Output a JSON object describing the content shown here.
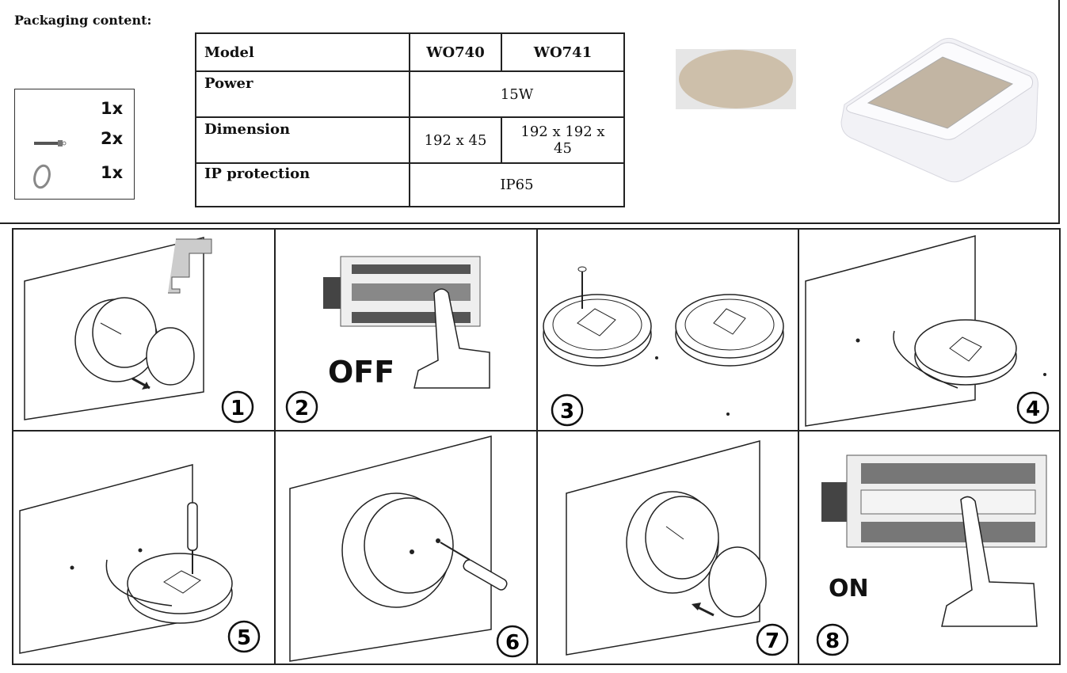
{
  "packaging": {
    "title": "Packaging content:",
    "items": [
      {
        "qty": "1x",
        "icon": "lamp-icon"
      },
      {
        "qty": "2x",
        "icon": "screw-icon"
      },
      {
        "qty": "1x",
        "icon": "o-ring-icon"
      }
    ]
  },
  "spec_table": {
    "header": {
      "label": "Model",
      "col1": "WO740",
      "col2": "WO741"
    },
    "power": {
      "label": "Power",
      "value": "15W"
    },
    "dimension": {
      "label": "Dimension",
      "col1": "192 x 45",
      "col2": "192 x 192 x 45"
    },
    "ip": {
      "label": "IP protection",
      "value": "IP65"
    }
  },
  "steps": [
    {
      "number": "1"
    },
    {
      "number": "2",
      "caption": "OFF"
    },
    {
      "number": "3"
    },
    {
      "number": "4"
    },
    {
      "number": "5"
    },
    {
      "number": "6"
    },
    {
      "number": "7"
    },
    {
      "number": "8",
      "caption": "ON"
    }
  ],
  "colors": {
    "lens": "#cdbfaa",
    "frame": "#222222"
  }
}
